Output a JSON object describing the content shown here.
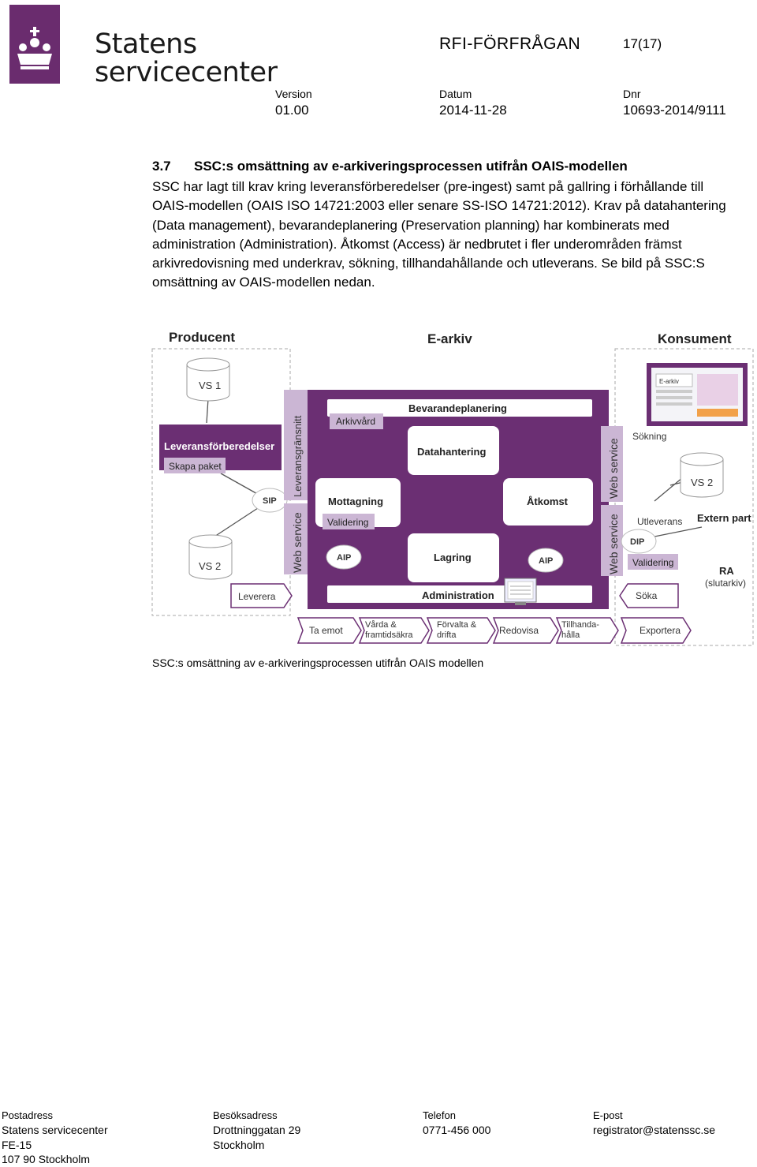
{
  "header": {
    "logo_line1": "Statens",
    "logo_line2": "servicecenter",
    "doc_title": "RFI-FÖRFRÅGAN",
    "page": "17(17)",
    "version_label": "Version",
    "version_value": "01.00",
    "date_label": "Datum",
    "date_value": "2014-11-28",
    "dnr_label": "Dnr",
    "dnr_value": "10693-2014/9111"
  },
  "section": {
    "number": "3.7",
    "title": "SSC:s omsättning av e-arkiveringsprocessen utifrån OAIS-modellen",
    "body": "SSC har lagt till krav kring leveransförberedelser (pre-ingest) samt på gallring i förhållande till OAIS-modellen (OAIS ISO 14721:2003 eller senare SS-ISO 14721:2012). Krav på datahantering (Data management), bevarandeplanering (Preservation planning) har kombinerats med administration (Administration). Åtkomst (Access) är nedbrutet i fler underområden främst arkivredovisning med underkrav, sökning, tillhandahållande och utleverans. Se bild på SSC:S omsättning av OAIS-modellen nedan."
  },
  "diagram": {
    "producer": "Producent",
    "earchive": "E-arkiv",
    "consumer": "Konsument",
    "vs1": "VS 1",
    "vs2_left": "VS 2",
    "vs2_right": "VS 2",
    "leveransforberedelser": "Leveransförberedelser",
    "skapa_paket": "Skapa paket",
    "sip": "SIP",
    "leverera": "Leverera",
    "leveransgransnitt": "Leveransgränsnitt",
    "web_service": "Web service",
    "arkivard": "Arkivvård",
    "bevarandeplanering": "Bevarandeplanering",
    "datahantering": "Datahantering",
    "mottagning": "Mottagning",
    "validering": "Validering",
    "atkomst": "Åtkomst",
    "lagring": "Lagring",
    "aip": "AIP",
    "administration": "Administration",
    "sokning": "Sökning",
    "utleverans": "Utleverans",
    "dip": "DIP",
    "extern_part": "Extern part",
    "ra": "RA",
    "slutarkiv": "(slutarkiv)",
    "soka": "Söka",
    "screen_title": "E-arkiv",
    "process_steps": [
      "Ta emot",
      "Vårda & framtidsäkra",
      "Förvalta & drifta",
      "Redovisa",
      "Tillhanda-hålla"
    ],
    "exportera": "Exportera",
    "colors": {
      "purple": "#6b2f73",
      "light_purple": "#cbb6d4",
      "gray_border": "#aaaaaa"
    }
  },
  "caption": "SSC:s omsättning av e-arkiveringsprocessen utifrån OAIS modellen",
  "footer": {
    "postal_label": "Postadress",
    "postal_lines": [
      "Statens servicecenter",
      "FE-15",
      "107 90 Stockholm"
    ],
    "visit_label": "Besöksadress",
    "visit_lines": [
      "Drottninggatan 29",
      "Stockholm"
    ],
    "phone_label": "Telefon",
    "phone_value": "0771-456 000",
    "email_label": "E-post",
    "email_value": "registrator@statenssc.se"
  }
}
